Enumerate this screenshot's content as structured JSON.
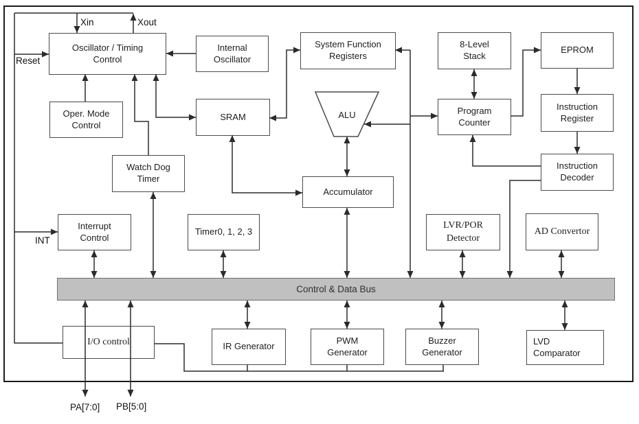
{
  "diagram": {
    "blocks": {
      "oscillator": "Oscillator / Timing\nControl",
      "oper_mode": "Oper. Mode\nControl",
      "internal_oscillator": "Internal\nOscillator",
      "system_function_registers": "System Function\nRegisters",
      "sram": "SRAM",
      "alu": "ALU",
      "stack": "8-Level\nStack",
      "eprom": "EPROM",
      "program_counter": "Program\nCounter",
      "instruction_register": "Instruction\nRegister",
      "instruction_decoder": "Instruction\nDecoder",
      "watch_dog_timer": "Watch Dog\nTimer",
      "accumulator": "Accumulator",
      "interrupt_control": "Interrupt\nControl",
      "timers": "Timer0, 1, 2, 3",
      "lvr_por_detector": "LVR/POR\nDetector",
      "ad_convertor": "AD Convertor",
      "io_control": "I/O control",
      "ir_generator": "IR Generator",
      "pwm_generator": "PWM\nGenerator",
      "buzzer_generator": "Buzzer\nGenerator",
      "lvd_comparator": "LVD\nComparator"
    },
    "bus_label": "Control & Data Bus",
    "pins": {
      "xin": "Xin",
      "xout": "Xout",
      "reset": "Reset",
      "int": "INT",
      "pa": "PA[7:0]",
      "pb": "PB[5:0]"
    },
    "colors": {
      "background": "#ffffff",
      "bus_fill": "#c0c0c0",
      "box_border": "#4a4a4a",
      "line": "#2b2b2b"
    }
  }
}
